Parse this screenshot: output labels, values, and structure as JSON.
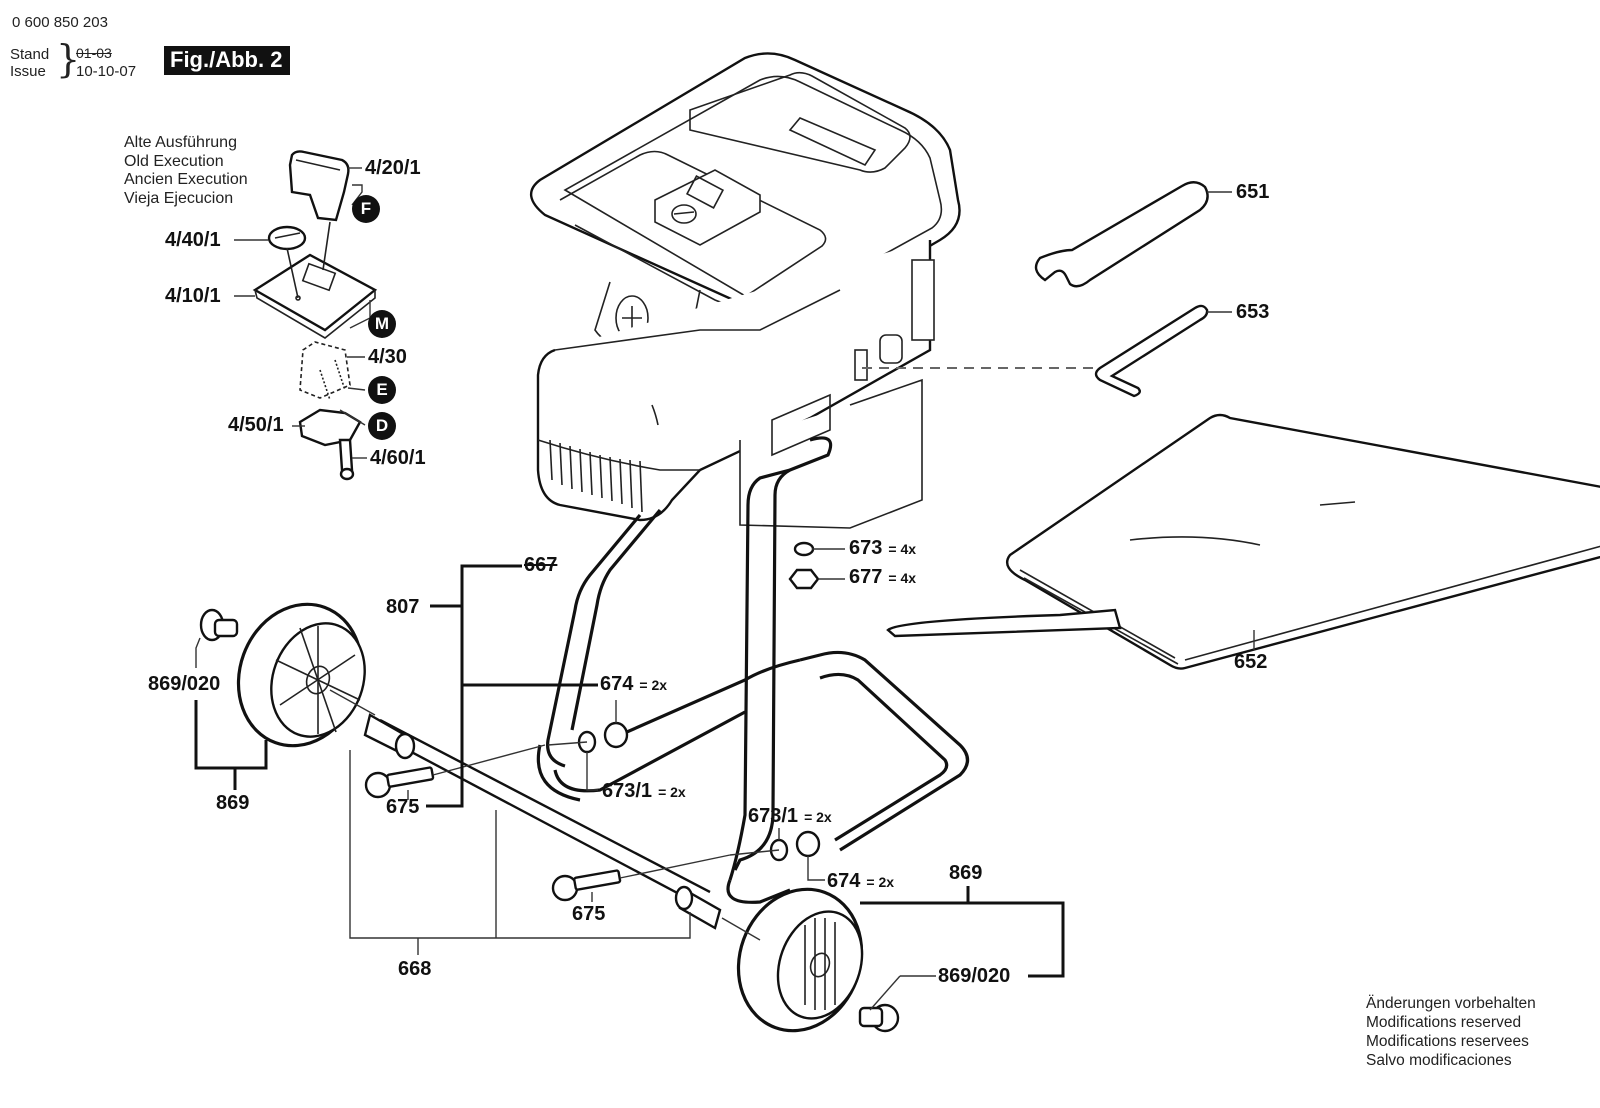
{
  "header": {
    "document_number": "0 600 850 203",
    "stand_label": "Stand",
    "issue_label": "Issue",
    "previous_date": "01-03",
    "issue_date": "10-10-07",
    "figure_label": "Fig./Abb. 2"
  },
  "old_execution_note": [
    "Alte Ausführung",
    "Old Execution",
    "Ancien Execution",
    "Vieja Ejecucion"
  ],
  "detail_badges": [
    "F",
    "M",
    "E",
    "D"
  ],
  "parts": {
    "switch": "4/20/1",
    "knob": "4/40/1",
    "switch_plate": "4/10/1",
    "switch_spring_part": "4/30",
    "switch_clamp": "4/50/1",
    "switch_screw": "4/60/1",
    "wrench": "651",
    "hex_key": "653",
    "manual": "652",
    "washer_body": "673",
    "washer_body_qty": "= 4x",
    "nut_body": "677",
    "nut_body_qty": "= 4x",
    "frame_old": "667",
    "frame_assembly": "807",
    "nut_frame_left": "674",
    "nut_frame_left_qty": "= 2x",
    "washer_frame_left": "673/1",
    "washer_frame_left_qty": "= 2x",
    "washer_frame_right": "673/1",
    "washer_frame_right_qty": "= 2x",
    "nut_frame_right": "674",
    "nut_frame_right_qty": "= 2x",
    "bolt_upper": "675",
    "bolt_lower": "675",
    "axle": "668",
    "wheel_left": "869",
    "wheel_cap_left": "869/020",
    "wheel_right": "869",
    "wheel_cap_right": "869/020"
  },
  "footer_note": [
    "Änderungen vorbehalten",
    "Modifications reserved",
    "Modifications reservees",
    "Salvo modificaciones"
  ]
}
